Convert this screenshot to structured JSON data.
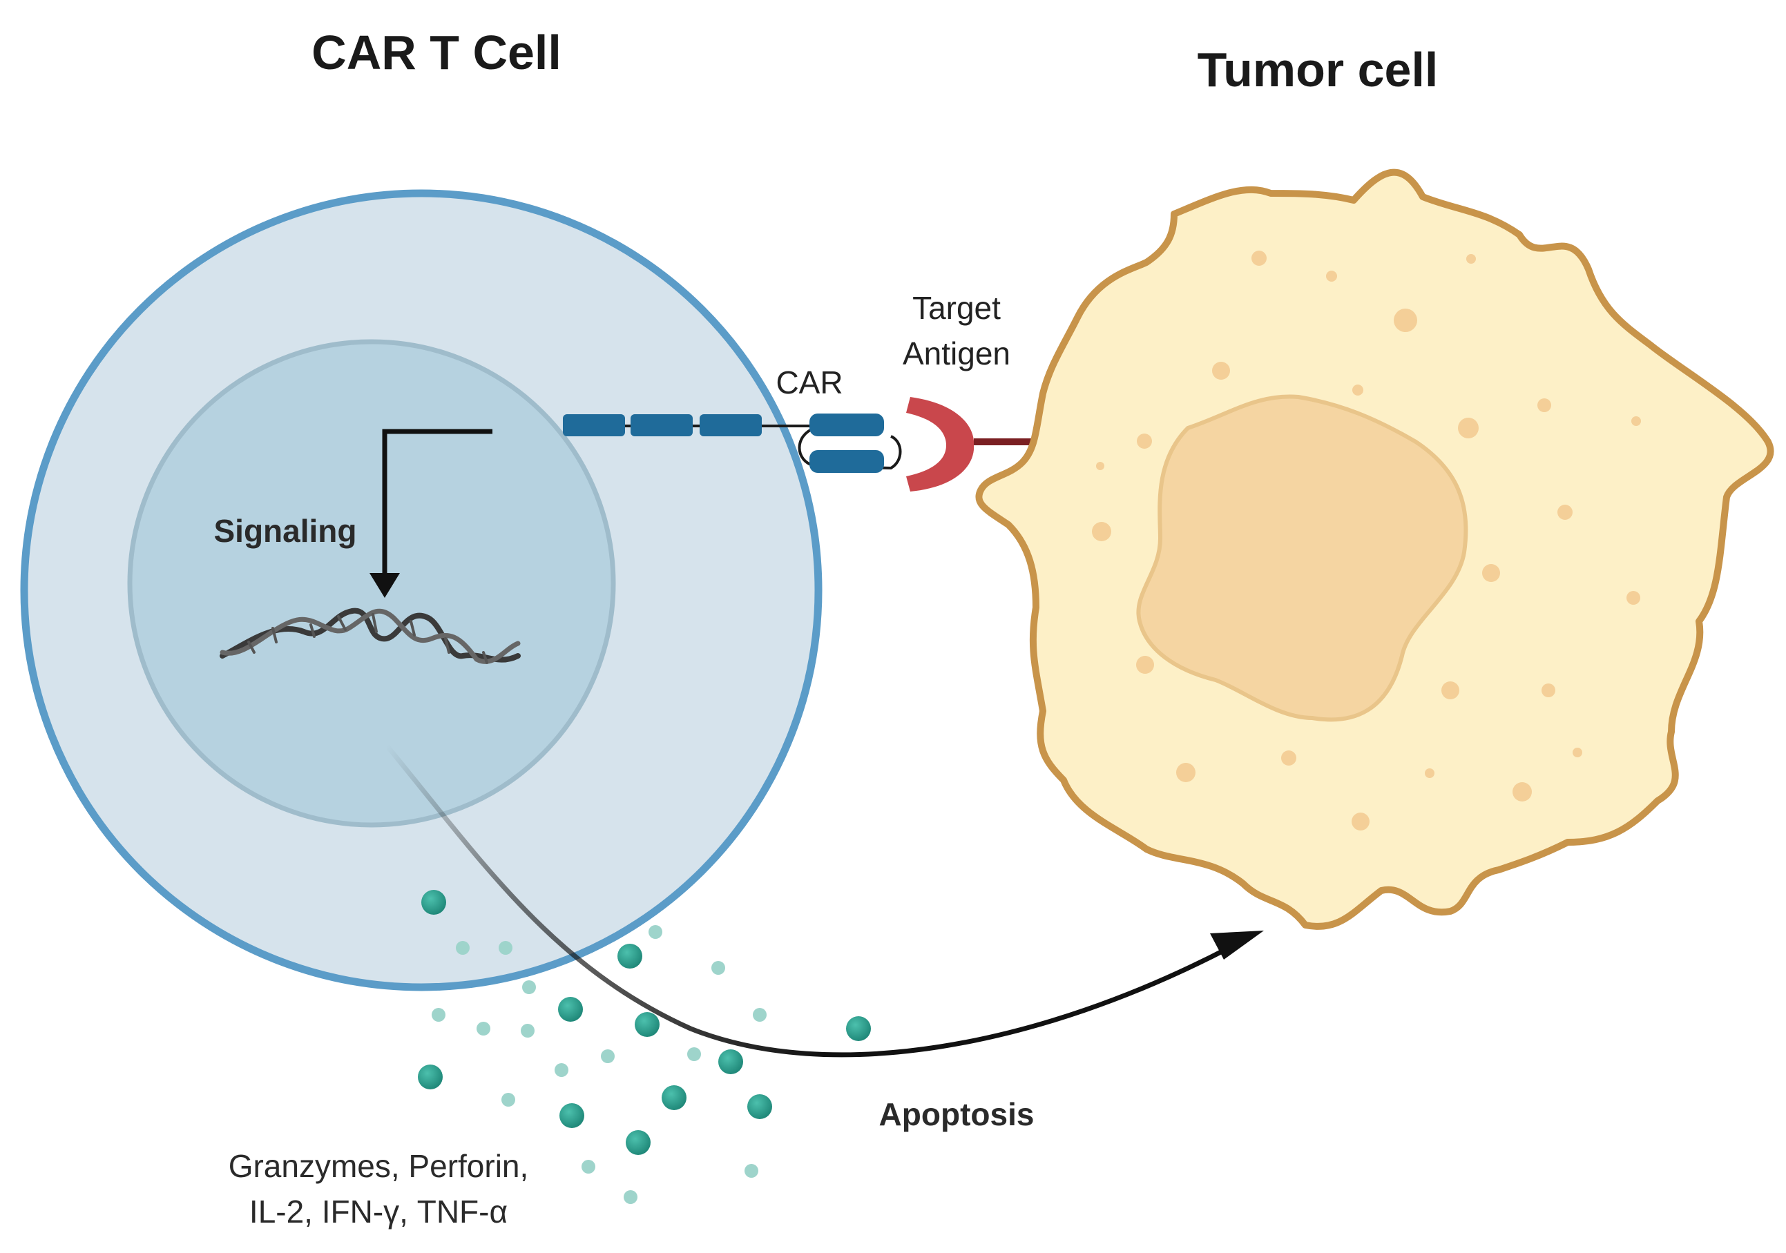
{
  "titles": {
    "car_t_cell": "CAR T Cell",
    "tumor_cell": "Tumor cell"
  },
  "labels": {
    "car": "CAR",
    "target_antigen_line1": "Target",
    "target_antigen_line2": "Antigen",
    "signaling": "Signaling",
    "apoptosis": "Apoptosis",
    "secreted_line1": "Granzymes, Perforin,",
    "secreted_line2": "IL-2, IFN-γ, TNF-α"
  },
  "colors": {
    "t_cell_fill": "#d6e3ec",
    "t_cell_border": "#5b9cc8",
    "nucleus_fill": "#b6d2e0",
    "nucleus_border": "#9fbccb",
    "car_domain": "#1f6b9a",
    "antigen_red": "#c9474c",
    "antigen_stalk": "#7a1f22",
    "tumor_fill": "#fdf0c7",
    "tumor_border": "#c8944a",
    "tumor_nucleus": "#f5d5a2",
    "granule_dark": "#239283",
    "granule_light": "#9ed4cb",
    "arrow": "#111111"
  }
}
